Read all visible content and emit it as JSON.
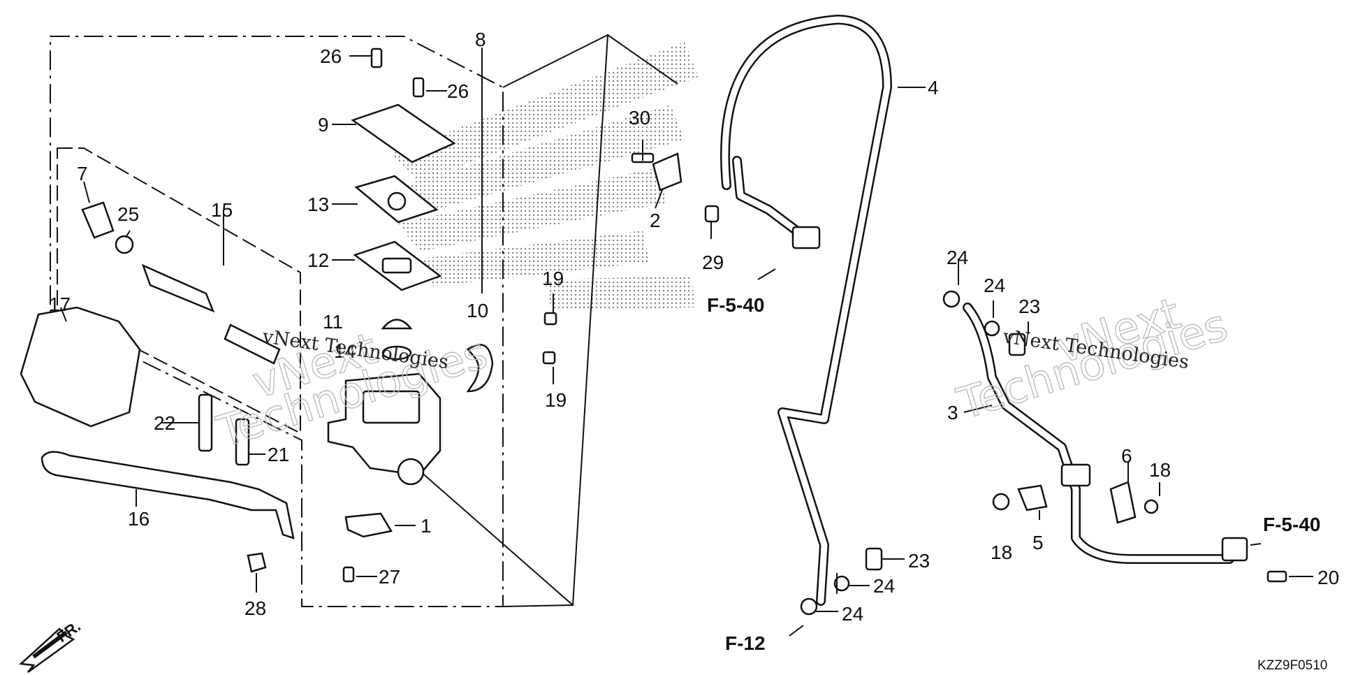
{
  "diagram": {
    "part_numbers": [
      "1",
      "2",
      "3",
      "4",
      "5",
      "6",
      "7",
      "8",
      "9",
      "10",
      "11",
      "12",
      "13",
      "14",
      "15",
      "16",
      "17",
      "18",
      "19",
      "20",
      "21",
      "22",
      "23",
      "24",
      "25",
      "26",
      "27",
      "28",
      "29",
      "30"
    ],
    "labels": {
      "p1": "1",
      "p2": "2",
      "p3": "3",
      "p4": "4",
      "p5": "5",
      "p6": "6",
      "p7": "7",
      "p8": "8",
      "p9": "9",
      "p10": "10",
      "p11": "11",
      "p12": "12",
      "p13": "13",
      "p14": "14",
      "p15": "15",
      "p16": "16",
      "p17": "17",
      "p18a": "18",
      "p18b": "18",
      "p19a": "19",
      "p19b": "19",
      "p20": "20",
      "p21": "21",
      "p22": "22",
      "p23a": "23",
      "p23b": "23",
      "p24a": "24",
      "p24b": "24",
      "p24c": "24",
      "p24d": "24",
      "p25": "25",
      "p26a": "26",
      "p26b": "26",
      "p27": "27",
      "p28": "28",
      "p29": "29",
      "p30": "30"
    },
    "references": {
      "ref_f540_top": "F-5-40",
      "ref_f540_right": "F-5-40",
      "ref_f12": "F-12"
    },
    "front_indicator": "FR.",
    "diagram_code": "KZZ9F0510",
    "watermarks": {
      "line1": "vNext",
      "line2": "Technologies",
      "inline": "vNext Technologies"
    }
  }
}
